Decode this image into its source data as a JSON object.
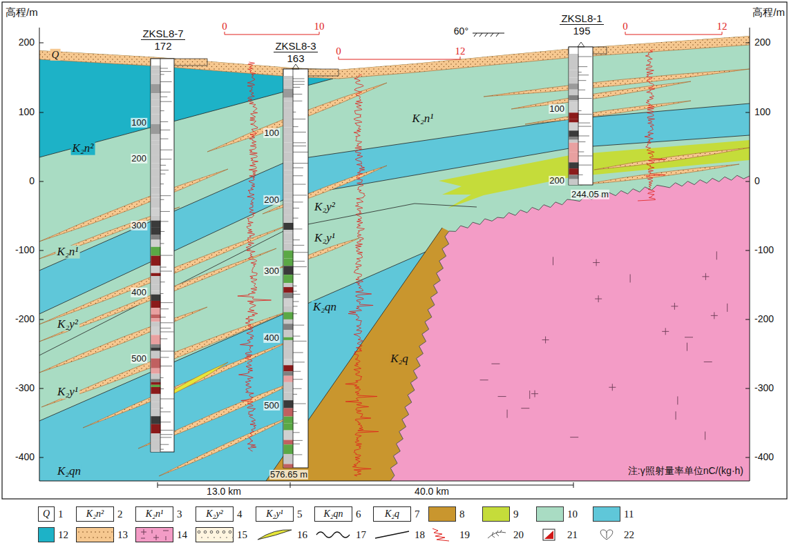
{
  "diagram": {
    "nodes": [
      {
        "text": [
          "ZKSL8-7",
          "172"
        ]
      },
      {
        "text": [
          "ZKSL8-3",
          "163"
        ]
      },
      {
        "text": [
          "ZKSL8-1",
          "195"
        ]
      }
    ],
    "labels": [
      "高程/m",
      "高程/m",
      "200",
      "100",
      "0",
      "-100",
      "-200",
      "-300",
      "-400",
      "200",
      "100",
      "0",
      "-100",
      "-200",
      "-300",
      "-400",
      "100",
      "200",
      "300",
      "400",
      "500",
      "100",
      "200",
      "300",
      "400",
      "500",
      "100",
      "200",
      "244.05 m",
      "576.65 m",
      "0",
      "10",
      "0",
      "12",
      "0",
      "12",
      "60°",
      "Q",
      "K₂n²",
      "K₂n¹",
      "K₂y²",
      "K₂y¹",
      "K₂qn",
      "K₂n¹",
      "K₂y²",
      "K₂y¹",
      "K₂qn",
      "K₂q",
      "13.0 km",
      "40.0 km",
      "注:γ照射量率单位nC/(kg·h)",
      "Q",
      "K₂n²",
      "K₂n¹",
      "K₂y²",
      "K₂y¹",
      "K₂qn",
      "K₂q"
    ],
    "legend": [
      {
        "text": "1"
      },
      {
        "text": "2"
      },
      {
        "text": "3"
      },
      {
        "text": "4"
      },
      {
        "text": "5"
      },
      {
        "text": "6"
      },
      {
        "text": "7"
      },
      {
        "text": "8",
        "color": "#c9962e"
      },
      {
        "text": "9",
        "color": "#c5dc3a"
      },
      {
        "text": "10",
        "color": "#a9dcc3"
      },
      {
        "text": "11",
        "color": "#5fc7d9"
      },
      {
        "text": "12",
        "color": "#1db2c7"
      },
      {
        "text": "13"
      },
      {
        "text": "14"
      },
      {
        "text": "15"
      },
      {
        "text": "16"
      },
      {
        "text": "17"
      },
      {
        "text": "18"
      },
      {
        "text": "19"
      },
      {
        "text": "20"
      },
      {
        "text": "21"
      },
      {
        "text": "22"
      }
    ]
  }
}
